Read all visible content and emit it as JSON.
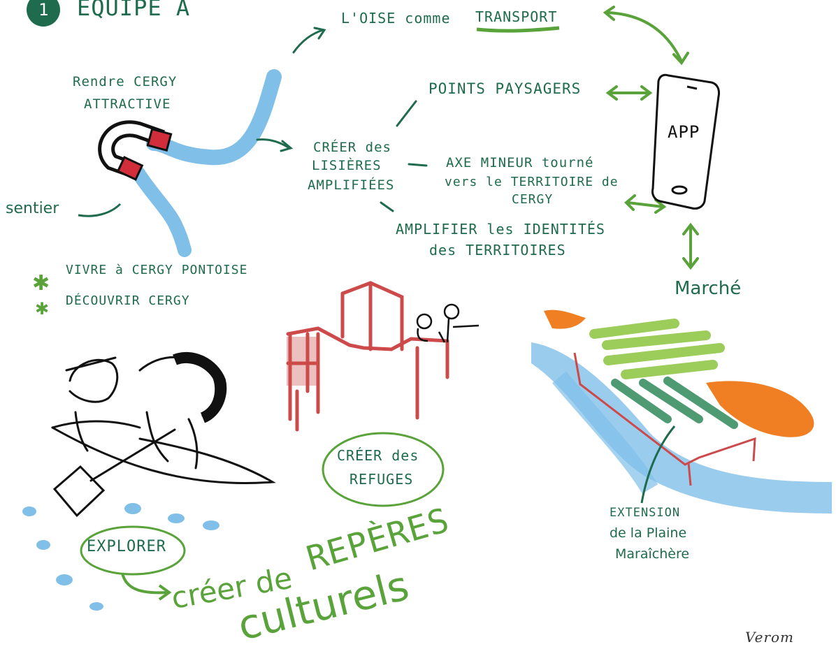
{
  "header": {
    "number": "1",
    "title": "ÉQUIPE A"
  },
  "left": {
    "attract": [
      "Rendre CERGY",
      "ATTRACTIVE"
    ],
    "sentier": "sentier",
    "bullets": [
      "VIVRE à CERGY PONTOISE",
      "DÉCOUVRIR CERGY"
    ]
  },
  "center": {
    "oise_pre": "L'OISE comme",
    "oise_word": "TRANSPORT",
    "points": "POINTS PAYSAGERS",
    "lisieres": [
      "CRÉER des",
      "LISIÈRES",
      "AMPLIFIÉES"
    ],
    "axe": [
      "AXE MINEUR tourné",
      "vers le TERRITOIRE de",
      "CERGY"
    ],
    "amplifier": [
      "AMPLIFIER les IDENTITÉS",
      "des TERRITOIRES"
    ]
  },
  "right": {
    "app": "APP",
    "marche": "Marché",
    "extension": [
      "EXTENSION",
      "de la Plaine",
      "Maraîchère"
    ]
  },
  "bottom": {
    "refuges": [
      "CRÉER des",
      "REFUGES"
    ],
    "explorer": "EXPLORER",
    "creer": "créer de",
    "reperes": "REPÈRES",
    "culturels": "culturels"
  },
  "signature": "Verom",
  "colors": {
    "dark_green": "#1f6b4e",
    "light_green": "#59a33a",
    "river_blue": "#7fbfe8",
    "red": "#cc4a4a",
    "orange": "#f07f24"
  }
}
